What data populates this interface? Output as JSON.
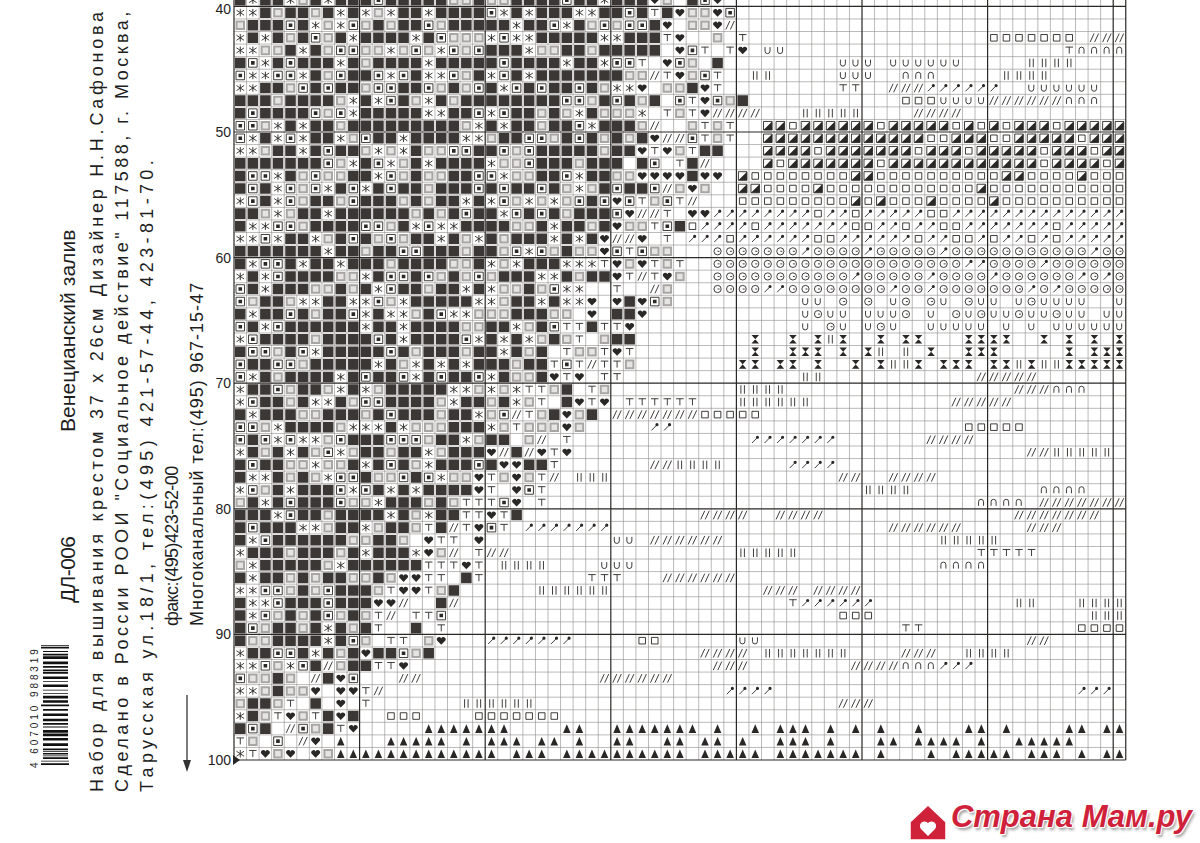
{
  "diagram": {
    "title": "Венецианский залив",
    "labels": [
      "ДЛ-006",
      "Набор для вышивания крестом 37 х 26см Дизайнер Н.Н.Сафонова",
      "Сделано в России РООИ \"Социальное действие\" 117588, г. Москва,",
      "Тарусская ул.18/1, тел:(495) 421-57-44, 423-81-70.",
      "факс:(495)423-52-00",
      "Многоканальный тел:(495) 967-15-47",
      "4 607010 988319",
      "40",
      "50",
      "60",
      "70",
      "80",
      "90",
      "100",
      "Страна Мам.ру"
    ]
  }
}
